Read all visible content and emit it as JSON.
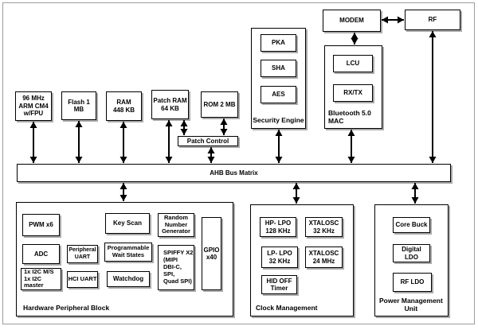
{
  "colors": {
    "box_fill": "#ffffff",
    "box_border": "#000000",
    "box_shadow": "#a9a9a9",
    "frame_border": "#9c9c9c",
    "arrow": "#000000",
    "text": "#000000"
  },
  "bus": {
    "label": "AHB Bus Matrix"
  },
  "radio": {
    "modem": "MODEM",
    "rf": "RF"
  },
  "security_engine": {
    "title": "Security Engine",
    "pka": "PKA",
    "sha": "SHA",
    "aes": "AES"
  },
  "bluetooth_mac": {
    "title": "Bluetooth 5.0\nMAC",
    "lcu": "LCU",
    "rxtx": "RX/TX"
  },
  "memory": {
    "cpu": "96 MHz\nARM CM4\nw/FPU",
    "flash": "Flash 1 MB",
    "ram": "RAM\n448 KB",
    "patch_ram": "Patch RAM\n64 KB",
    "rom": "ROM 2 MB",
    "patch_control": "Patch Control"
  },
  "hardware_peripheral_block": {
    "title": "Hardware Peripheral Block",
    "pwm": "PWM x6",
    "adc": "ADC",
    "i2c": "1x I2C M/S\n1x I2C\nmaster",
    "peripheral_uart": "Peripheral\nUART",
    "hci_uart": "HCI UART",
    "key_scan": "Key Scan",
    "wait_states": "Programmable\nWait States",
    "watchdog": "Watchdog",
    "rng": "Random\nNumber\nGenerator",
    "spiffy": "SPIFFY X2\n(MIPI\nDBI-C, SPI,\nQuad SPI)",
    "gpio": "GPIO\nx40"
  },
  "clock_management": {
    "title": "Clock Management",
    "hp_lpo": "HP- LPO\n128 KHz",
    "xtalosc_32": "XTALOSC\n32 KHz",
    "lp_lpo": "LP- LPO\n32 KHz",
    "xtalosc_24": "XTALOSC\n24 MHz",
    "hid_off_timer": "HID OFF\nTimer"
  },
  "power_management_unit": {
    "title": "Power Management\nUnit",
    "core_buck": "Core Buck",
    "digital_ldo": "Digital\nLDO",
    "rf_ldo": "RF LDO"
  }
}
